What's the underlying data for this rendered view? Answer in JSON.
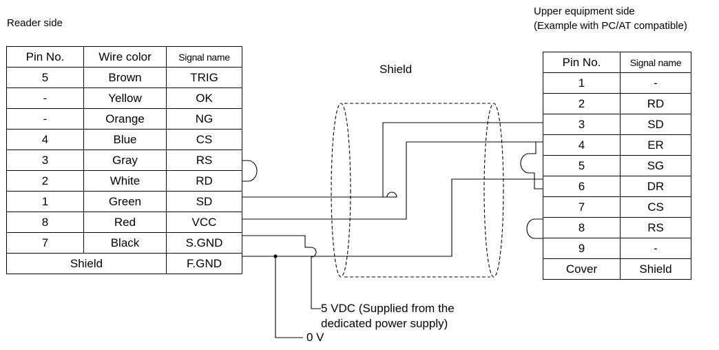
{
  "reader": {
    "title": "Reader side",
    "headers": [
      "Pin No.",
      "Wire color",
      "Signal name"
    ],
    "rows": [
      [
        "5",
        "Brown",
        "TRIG"
      ],
      [
        "-",
        "Yellow",
        "OK"
      ],
      [
        "-",
        "Orange",
        "NG"
      ],
      [
        "4",
        "Blue",
        "CS"
      ],
      [
        "3",
        "Gray",
        "RS"
      ],
      [
        "2",
        "White",
        "RD"
      ],
      [
        "1",
        "Green",
        "SD"
      ],
      [
        "8",
        "Red",
        "VCC"
      ],
      [
        "7",
        "Black",
        "S.GND"
      ]
    ],
    "last_row": {
      "label": "Shield",
      "signal": "F.GND"
    }
  },
  "upper": {
    "title_line1": "Upper equipment side",
    "title_line2": "(Example with PC/AT compatible)",
    "headers": [
      "Pin No.",
      "Signal name"
    ],
    "rows": [
      [
        "1",
        "-"
      ],
      [
        "2",
        "RD"
      ],
      [
        "3",
        "SD"
      ],
      [
        "4",
        "ER"
      ],
      [
        "5",
        "SG"
      ],
      [
        "6",
        "DR"
      ],
      [
        "7",
        "CS"
      ],
      [
        "8",
        "RS"
      ],
      [
        "9",
        "-"
      ],
      [
        "Cover",
        "Shield"
      ]
    ]
  },
  "cable": {
    "shield_label": "Shield",
    "supply_line1": "5 VDC (Supplied from the",
    "supply_line2": "dedicated power supply)",
    "ground_label": "0 V"
  }
}
